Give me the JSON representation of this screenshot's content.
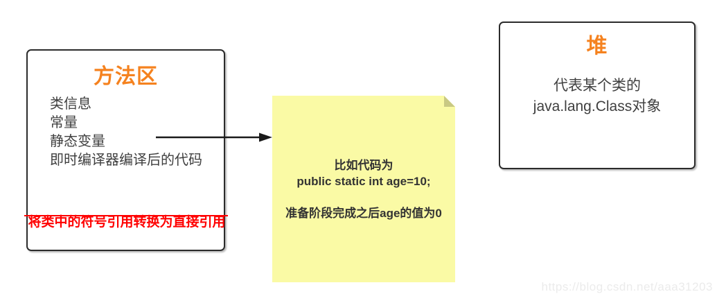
{
  "colors": {
    "accent_orange": "#F5821F",
    "text_dark": "#3F3F3F",
    "alert_red": "#FF0000",
    "note_background": "#FAFAA5",
    "note_fold": "#C9C983",
    "box_border": "#2B2B2B",
    "arrow_black": "#1A1A1A",
    "watermark_gray": "#EBEBEB"
  },
  "method_area_box": {
    "title": "方法区",
    "items": [
      "类信息",
      "常量",
      "静态变量",
      "即时编译器编译后的代码"
    ],
    "crossed_note": "将类中的符号引用转换为直接引用"
  },
  "arrow": {
    "from": "静态变量",
    "to": "sticky-note"
  },
  "sticky_note": {
    "lines": [
      "比如代码为",
      "public static int age=10;",
      "",
      "准备阶段完成之后age的值为0"
    ]
  },
  "heap_box": {
    "title": "堆",
    "lines": [
      "代表某个类的",
      "java.lang.Class对象"
    ]
  },
  "watermark": "https://blog.csdn.net/aaa31203"
}
